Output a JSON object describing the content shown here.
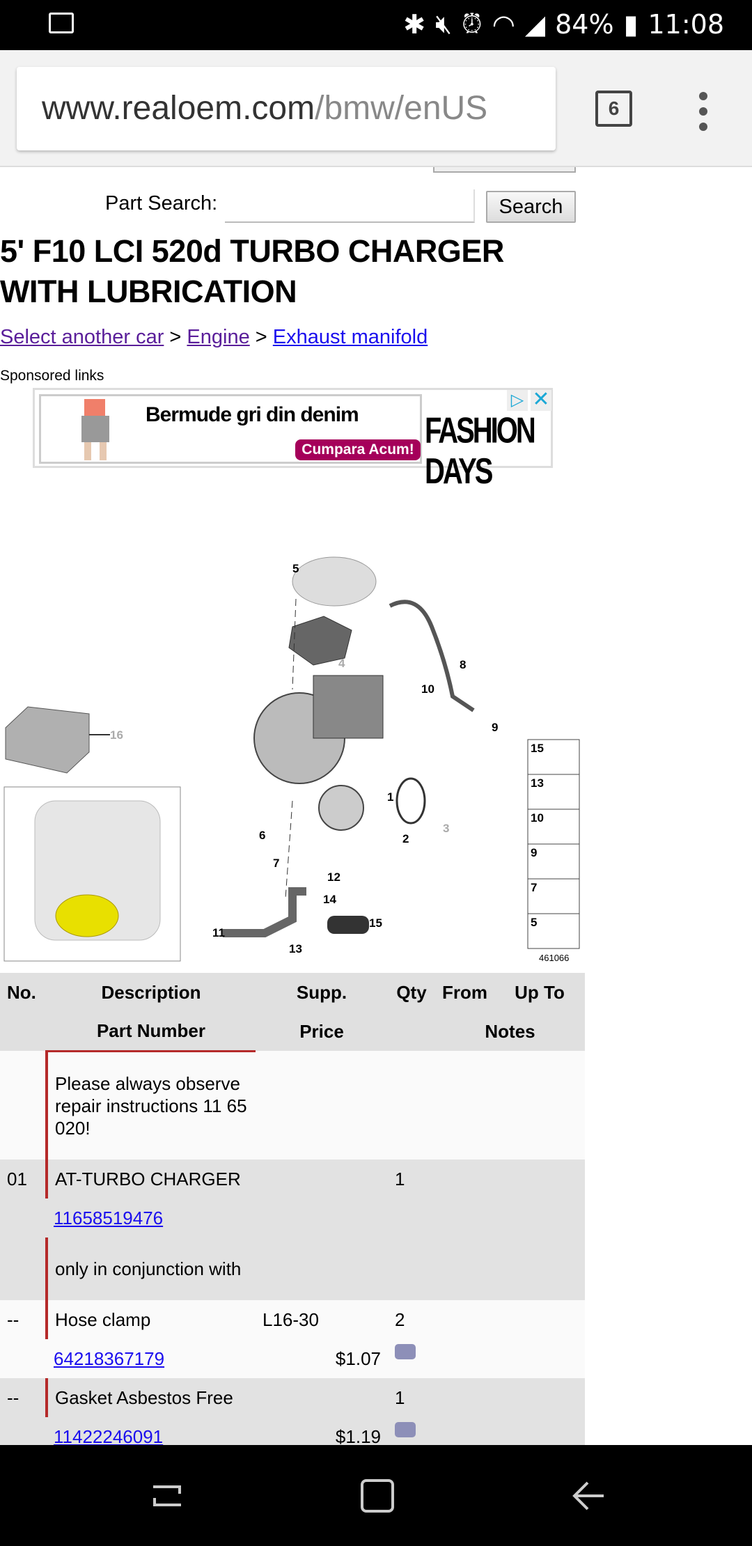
{
  "status_bar": {
    "battery": "84%",
    "time": "11:08"
  },
  "browser": {
    "url_host": "www.realoem.com",
    "url_path": "/bmw/enUS",
    "tab_count": "6"
  },
  "search": {
    "label": "Part Search:",
    "value": "",
    "button": "Search"
  },
  "title": "5' F10 LCI 520d TURBO CHARGER WITH LUBRICATION",
  "breadcrumb": [
    {
      "label": "Select another car"
    },
    {
      "label": "Engine"
    },
    {
      "label": "Exhaust manifold"
    }
  ],
  "breadcrumb_sep": ">",
  "sponsored": "Sponsored links",
  "ad": {
    "headline": "Bermude gri din denim",
    "cta": "Cumpara Acum!",
    "brand": "FASHION DAYS"
  },
  "diagram": {
    "id": "461066",
    "callouts": [
      "1",
      "2",
      "3",
      "4",
      "5",
      "6",
      "7",
      "8",
      "9",
      "10",
      "11",
      "12",
      "13",
      "14",
      "15",
      "16"
    ],
    "legend": [
      "15",
      "13",
      "10",
      "9",
      "7",
      "5"
    ]
  },
  "table": {
    "headers": {
      "no": "No.",
      "desc": "Description",
      "supp": "Supp.",
      "qty": "Qty",
      "from": "From",
      "upto": "Up To",
      "pn": "Part Number",
      "price": "Price",
      "notes": "Notes"
    },
    "rows": [
      {
        "note": "Please always observe repair instructions 11 65 020!"
      },
      {
        "no": "01",
        "desc": "AT-TURBO CHARGER",
        "supp": "",
        "qty": "1",
        "pn": "11658519476",
        "price": ""
      },
      {
        "note": "only in conjunction with"
      },
      {
        "no": "--",
        "desc": "Hose clamp",
        "supp": "L16-30",
        "qty": "2",
        "pn": "64218367179",
        "price": "$1.07"
      },
      {
        "no": "--",
        "desc": "Gasket Asbestos Free",
        "supp": "",
        "qty": "1",
        "pn": "11422246091",
        "price": "$1.19"
      }
    ]
  }
}
